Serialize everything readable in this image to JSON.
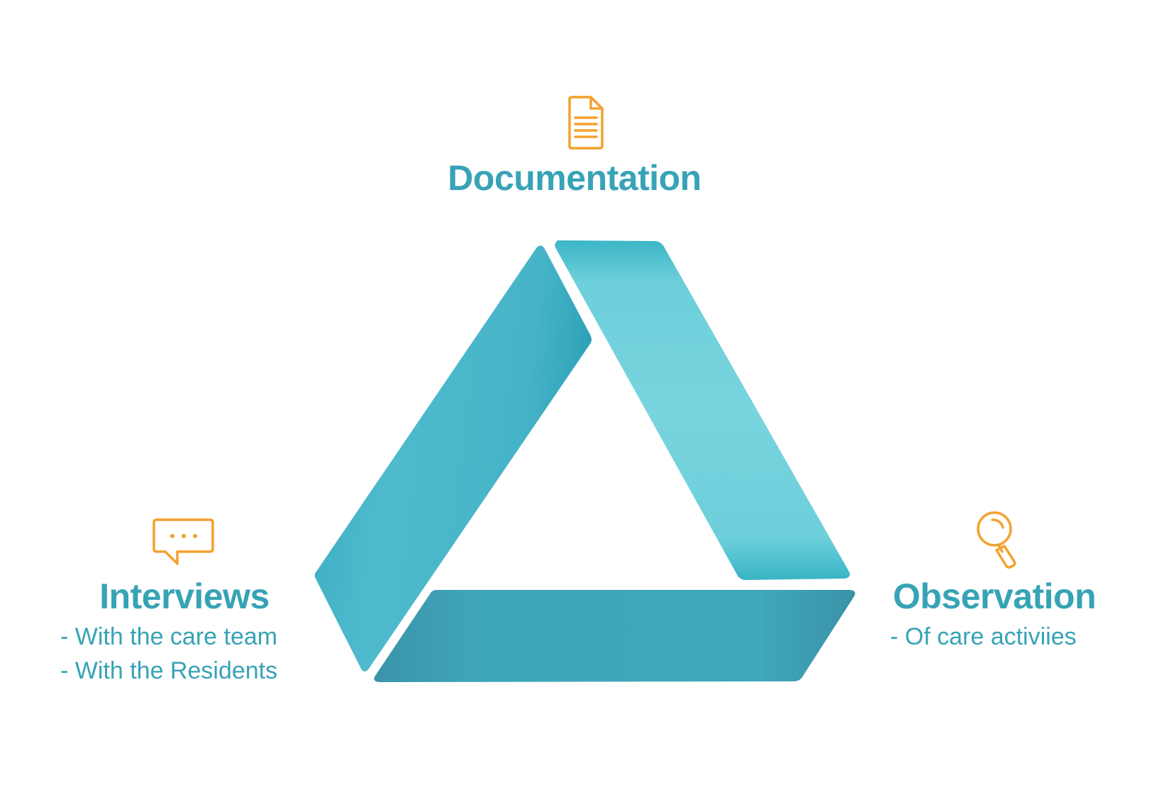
{
  "colors": {
    "icon_orange": "#f4a12f",
    "text_teal": "#37a3b6",
    "band_left": "#4cb8cb",
    "band_right": "#76d2dc",
    "band_bottom": "#3ea4b8"
  },
  "nodes": [
    {
      "id": "documentation",
      "title": "Documentation",
      "icon": "document-icon",
      "details": []
    },
    {
      "id": "interviews",
      "title": "Interviews",
      "icon": "speech-bubble-icon",
      "details": [
        "- With the care team",
        "- With the Residents"
      ]
    },
    {
      "id": "observation",
      "title": "Observation",
      "icon": "magnifier-icon",
      "details": [
        "- Of care activiies"
      ]
    }
  ]
}
